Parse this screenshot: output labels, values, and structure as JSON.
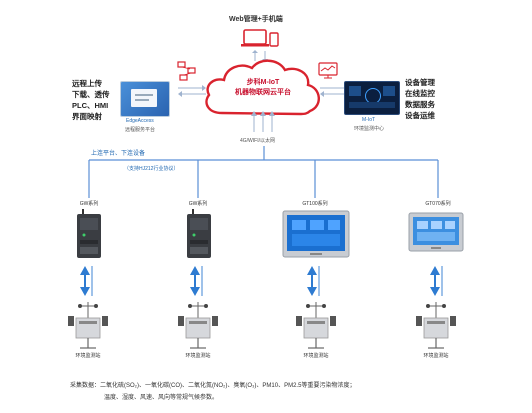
{
  "top": {
    "title": "Web管理+手机端"
  },
  "cloud": {
    "line1": "步科M-IoT",
    "line2": "机器物联网云平台"
  },
  "network_label": "4G/WIFI/以太网",
  "left_text": [
    "远程上传",
    "下载、透传",
    "PLC、HMI",
    "界面映射"
  ],
  "right_text": [
    "设备管理",
    "在线监控",
    "数据服务",
    "设备运维"
  ],
  "edge_access": {
    "title": "EdgeAccess",
    "subtitle": "远程服务平台"
  },
  "miot": {
    "title": "M-IoT",
    "subtitle": "环境监测中心"
  },
  "upload_label": "上连平台、下连设备",
  "protocol_label": "（支持HJ212行业协议）",
  "devices": [
    {
      "label": "GW系列"
    },
    {
      "label": "GW系列"
    },
    {
      "label": "GT100系列"
    },
    {
      "label": "GT070系列"
    }
  ],
  "stations": [
    {
      "label": "环境监测站"
    },
    {
      "label": "环境监测站"
    },
    {
      "label": "环境监测站"
    },
    {
      "label": "环境监测站"
    }
  ],
  "footer": {
    "line1": "采集数据：二氧化硫(SO₂)、一氧化碳(CO)、二氧化氮(NO₂)、臭氧(O₃)、PM10、PM2.5等重要污染物浓度；",
    "line2": "温度、湿度、风速、风向等常规气候参数。"
  },
  "colors": {
    "accent_red": "#c8102e",
    "accent_blue": "#1f67b1",
    "arrow_blue": "#2e7bd1",
    "line_blue": "#5b8fd6"
  }
}
